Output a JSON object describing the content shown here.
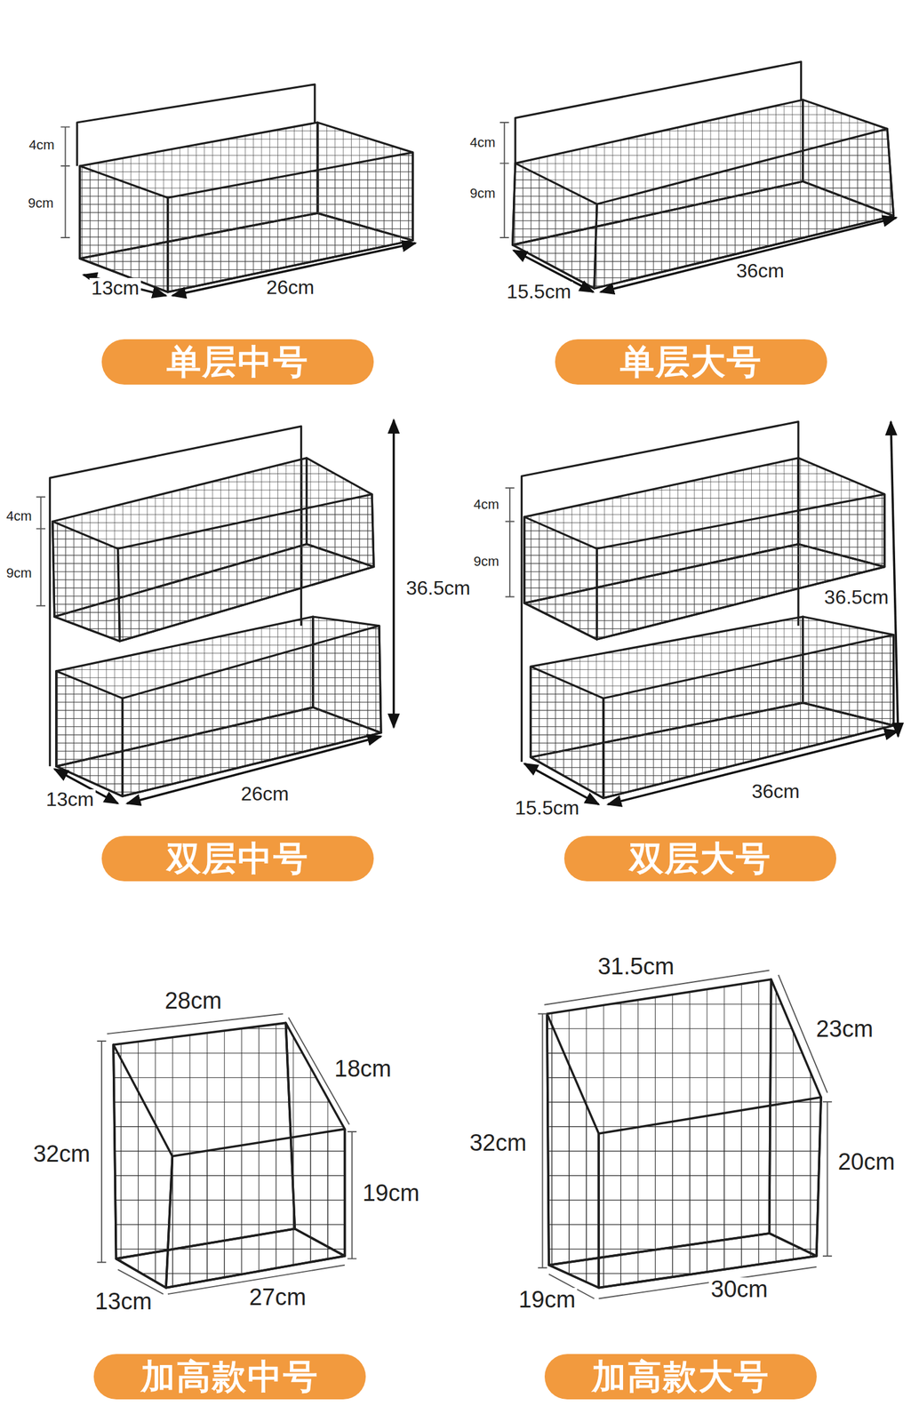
{
  "diagram": {
    "nodes": [
      {
        "text": [
          "单层中号"
        ]
      },
      {
        "text": [
          "单层大号"
        ]
      },
      {
        "text": [
          "双层中号"
        ]
      },
      {
        "text": [
          "双层大号"
        ]
      },
      {
        "text": [
          "加高款中号"
        ]
      },
      {
        "text": [
          "加高款大号"
        ]
      }
    ],
    "labels": [
      "4cm",
      "9cm",
      "13cm",
      "26cm",
      "4cm",
      "9cm",
      "15.5cm",
      "36cm",
      "4cm",
      "9cm",
      "36.5cm",
      "13cm",
      "26cm",
      "4cm",
      "9cm",
      "36.5cm",
      "15.5cm",
      "36cm",
      "28cm",
      "18cm",
      "32cm",
      "19cm",
      "13cm",
      "27cm",
      "31.5cm",
      "23cm",
      "32cm",
      "20cm",
      "19cm",
      "30cm"
    ]
  }
}
